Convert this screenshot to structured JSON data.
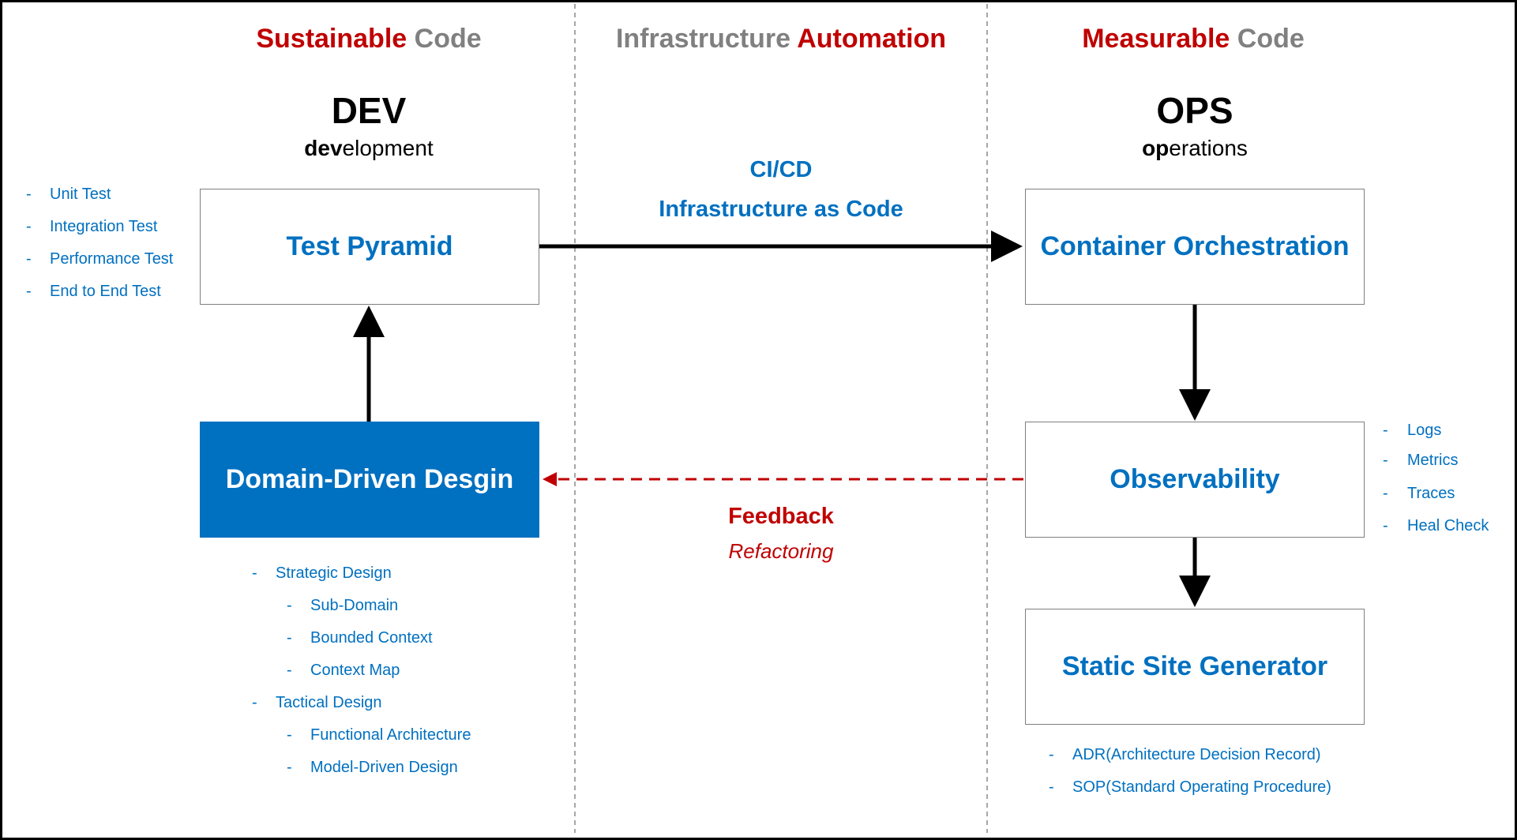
{
  "columns": {
    "left": {
      "word1": "Sustainable",
      "word2": "Code",
      "abbr": "DEV",
      "full_bold": "dev",
      "full_rest": "elopment"
    },
    "middle": {
      "word1": "Infrastructure",
      "word2": "Automation"
    },
    "right": {
      "word1": "Measurable",
      "word2": "Code",
      "abbr": "OPS",
      "full_bold": "op",
      "full_rest": "erations"
    }
  },
  "boxes": {
    "test_pyramid": "Test Pyramid",
    "ddd": "Domain-Driven Desgin",
    "container": "Container Orchestration",
    "observability": "Observability",
    "ssg": "Static Site Generator"
  },
  "labels": {
    "cicd": "CI/CD",
    "iac": "Infrastructure as Code",
    "feedback": "Feedback",
    "refactoring": "Refactoring"
  },
  "lists": {
    "tests": [
      "Unit Test",
      "Integration Test",
      "Performance Test",
      "End to End Test"
    ],
    "observability": [
      "Logs",
      "Metrics",
      "Traces",
      "Heal Check"
    ],
    "ddd": [
      {
        "text": "Strategic Design",
        "level": 0
      },
      {
        "text": "Sub-Domain",
        "level": 1
      },
      {
        "text": "Bounded Context",
        "level": 1
      },
      {
        "text": "Context Map",
        "level": 1
      },
      {
        "text": "Tactical Design",
        "level": 0
      },
      {
        "text": "Functional Architecture",
        "level": 1
      },
      {
        "text": "Model-Driven Design",
        "level": 1
      }
    ],
    "ssg": [
      "ADR(Architecture Decision Record)",
      "SOP(Standard Operating Procedure)"
    ]
  },
  "bullet": "-",
  "colors": {
    "accent_blue": "#0070C0",
    "accent_red": "#C00000",
    "muted_gray": "#808080"
  }
}
